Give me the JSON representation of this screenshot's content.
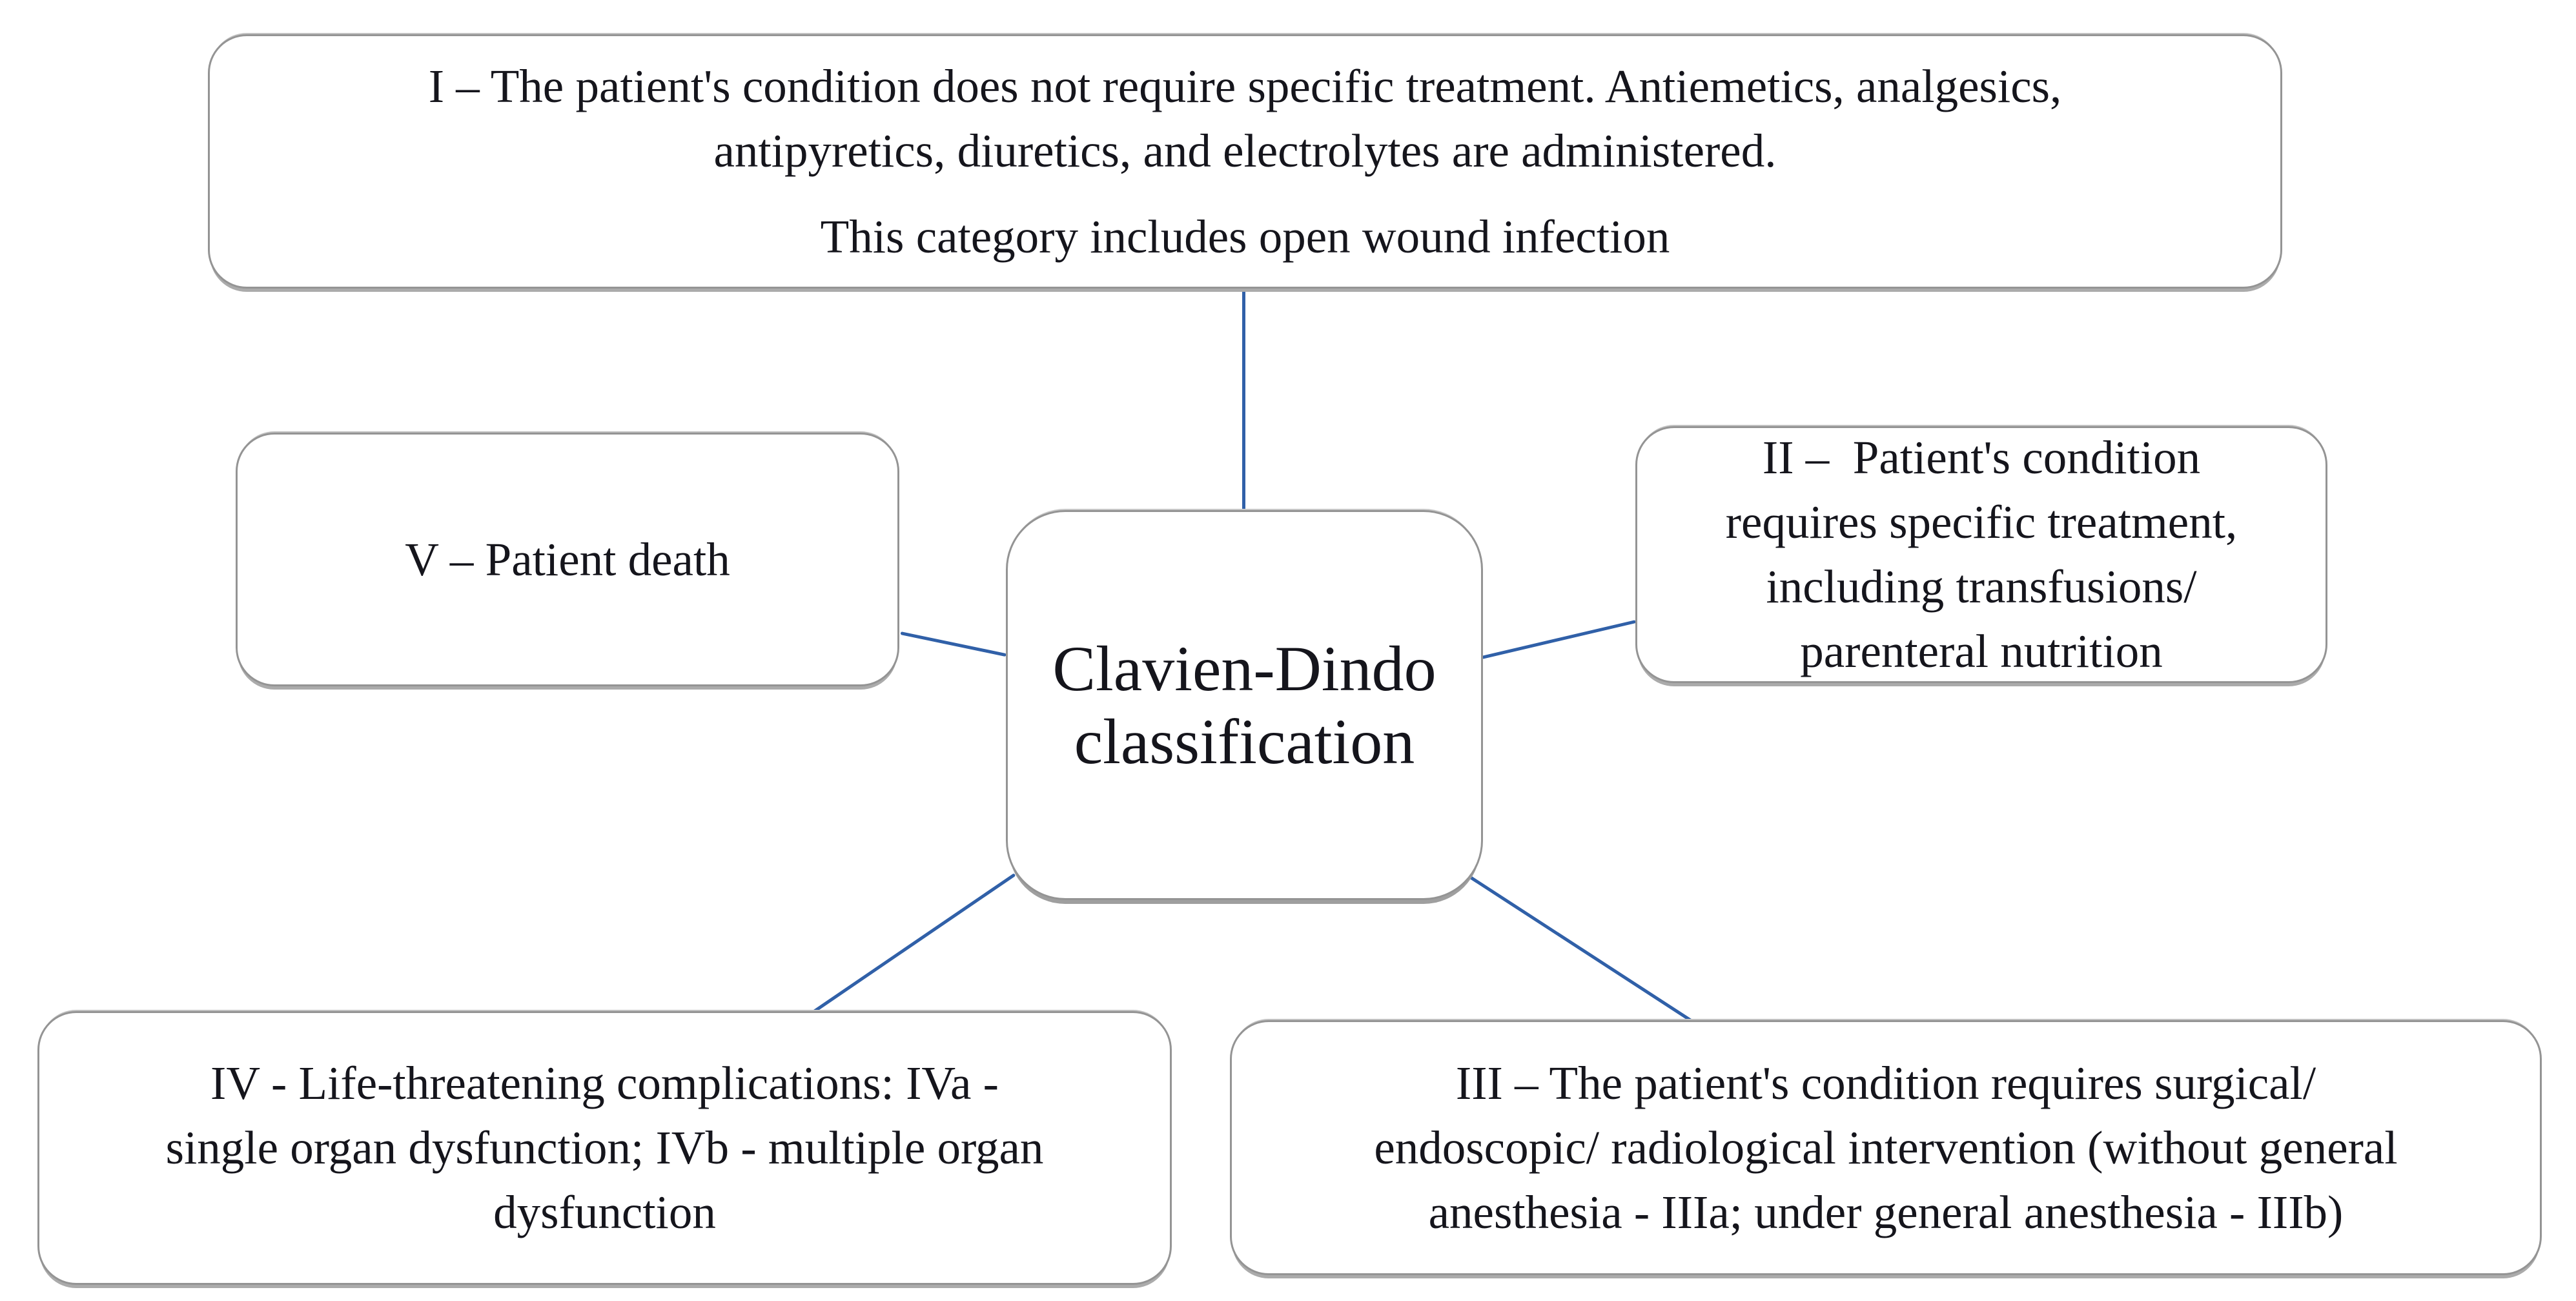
{
  "colors": {
    "connector_blue": "#3060a8",
    "box_border_gray": "#949494",
    "text": "#15151c",
    "shadow_gray": "#ababab",
    "background": "#ffffff"
  },
  "diagram": {
    "center": {
      "lines": [
        "Clavien-Dindo",
        "classification"
      ]
    },
    "grade_i": {
      "paragraph_lines": [
        "I – The patient's condition does not require specific treatment. Antiemetics, analgesics,",
        "antipyretics, diuretics, and electrolytes are administered."
      ],
      "note": "This category includes open wound infection"
    },
    "grade_ii": {
      "lines": [
        "II –  Patient's condition",
        "requires specific treatment,",
        "including transfusions/",
        "parenteral nutrition"
      ]
    },
    "grade_iii": {
      "lines": [
        "III – The patient's condition requires surgical/",
        "endoscopic/ radiological intervention (without general",
        "anesthesia - IIIa; under general anesthesia - IIIb)"
      ]
    },
    "grade_iv": {
      "lines": [
        "IV - Life-threatening complications: IVa -",
        "single organ dysfunction; IVb - multiple organ",
        "dysfunction"
      ]
    },
    "grade_v": {
      "lines": [
        "V – Patient death"
      ]
    }
  }
}
